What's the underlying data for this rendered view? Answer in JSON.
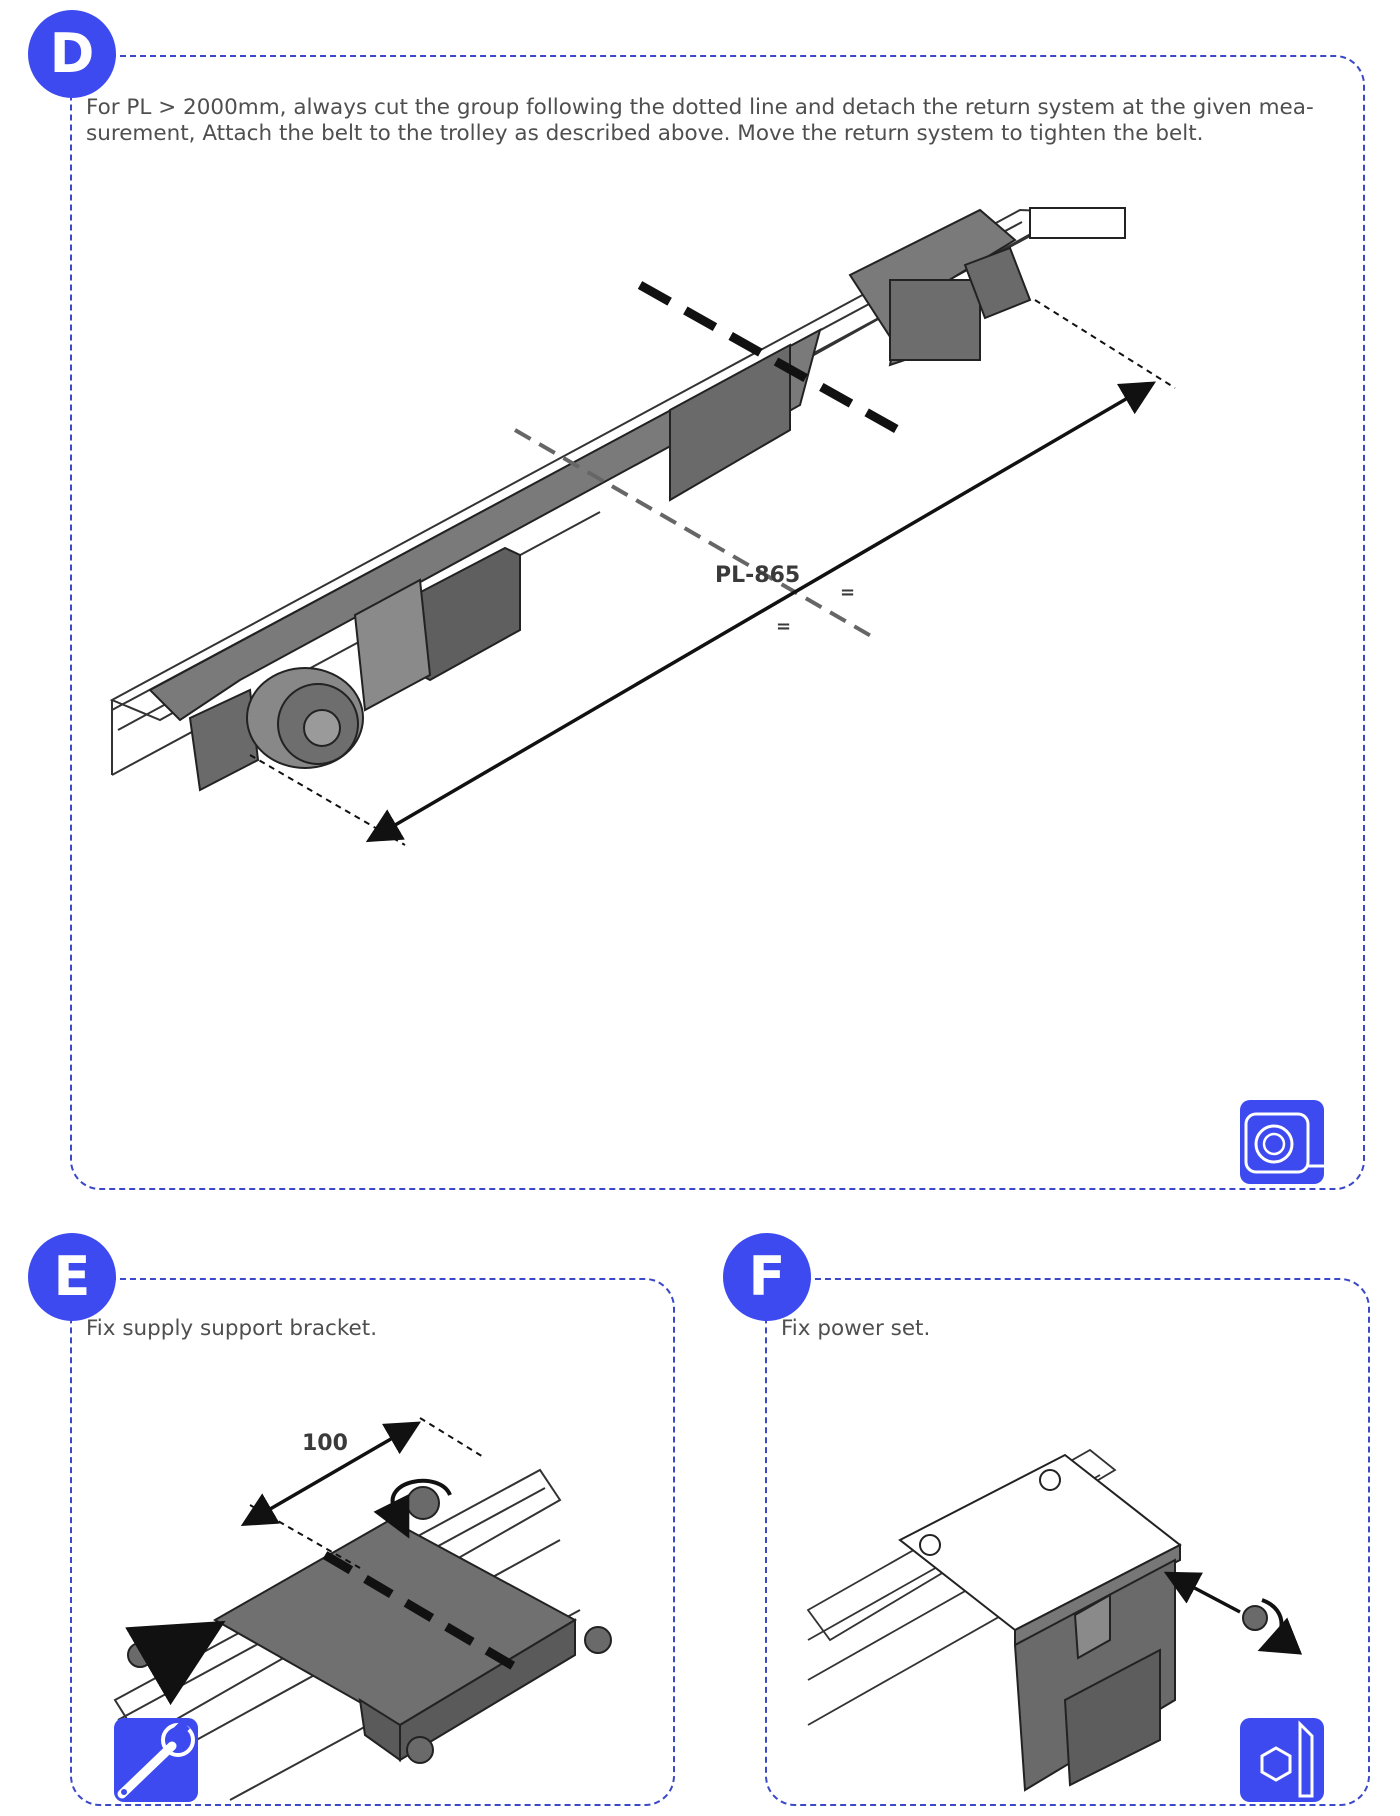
{
  "steps": [
    {
      "letter": "D",
      "text": "For PL > 2000mm, always cut the group following the dotted line and detach the return system at the given measurement, Attach the belt to the trolley as described above. Move the return system to tighten the belt.",
      "line1": "For PL > 2000mm, always cut the group following the dotted line and detach the return system at the given mea-",
      "line2": "surement, Attach the belt to the trolley as described above. Move the return system to tighten the belt.",
      "dimension_label": "PL-865",
      "equal_mark_a": "=",
      "equal_mark_b": "=",
      "tool": "tape-measure-icon"
    },
    {
      "letter": "E",
      "text": "Fix supply support bracket.",
      "dimension_label": "100",
      "tool": "wrench-icon"
    },
    {
      "letter": "F",
      "text": "Fix power set.",
      "tool": "hex-key-icon"
    }
  ],
  "colors": {
    "accent": "#3d4af0",
    "border": "#3b48c8",
    "part": "#6e6e6e",
    "line": "#111111"
  }
}
